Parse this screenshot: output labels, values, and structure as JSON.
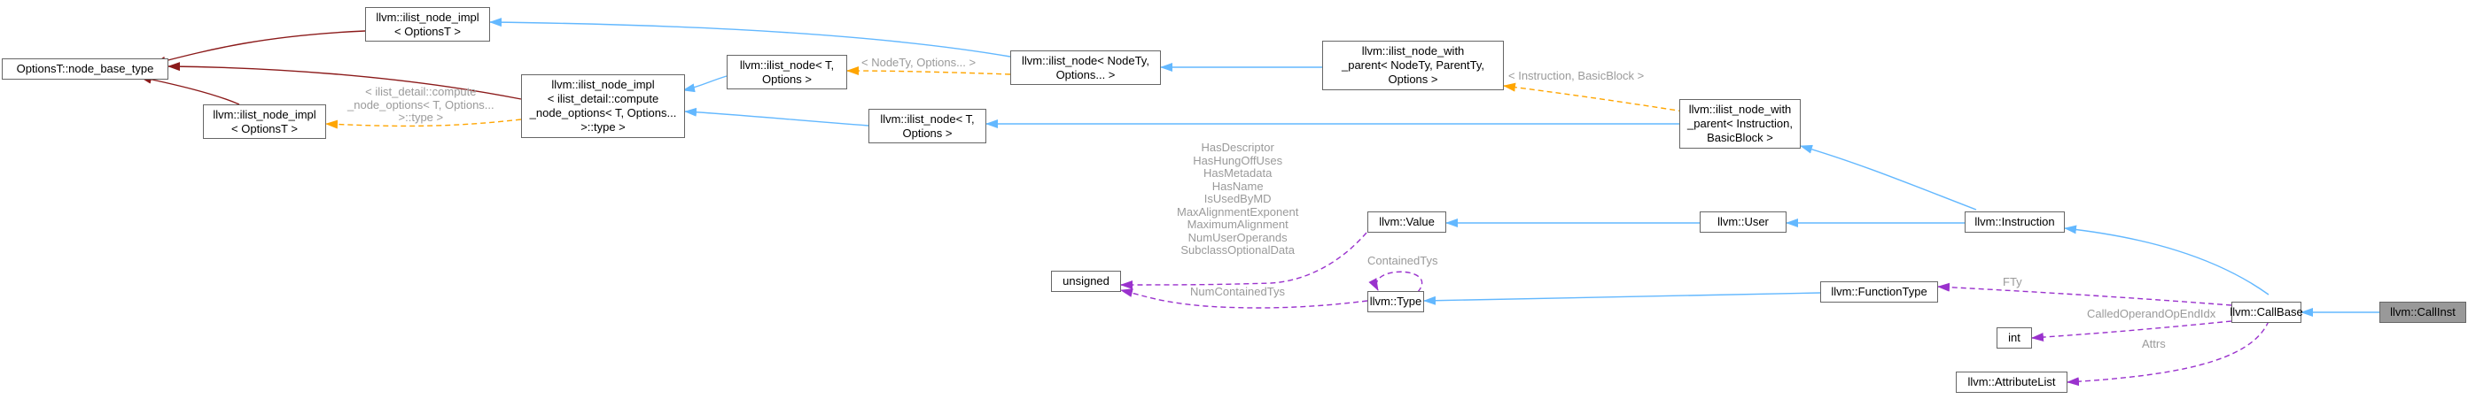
{
  "colors": {
    "inherit": "#63b8ff",
    "template": "#ffa500",
    "usage": "#9a32cd",
    "base_inherit": "#8b1a1a",
    "node_border": "#666666",
    "current_fill": "#999999",
    "label": "#9a9a9a"
  },
  "nodes": {
    "n_base_type": "OptionsT::node_base_type",
    "n_impl_top": "llvm::ilist_node_impl\n< OptionsT >",
    "n_impl_bot": "llvm::ilist_node_impl\n< OptionsT >",
    "n_impl_compute": "llvm::ilist_node_impl\n< ilist_detail::compute\n_node_options< T, Options...\n>::type >",
    "n_node_t_top": "llvm::ilist_node< T,\nOptions >",
    "n_node_t_bot": "llvm::ilist_node< T,\nOptions >",
    "n_node_nodety": "llvm::ilist_node< NodeTy,\nOptions... >",
    "n_with_parent": "llvm::ilist_node_with\n_parent< NodeTy, ParentTy,\nOptions >",
    "n_with_parent_inst": "llvm::ilist_node_with\n_parent< Instruction,\nBasicBlock >",
    "n_instruction": "llvm::Instruction",
    "n_user": "llvm::User",
    "n_value": "llvm::Value",
    "n_unsigned": "unsigned",
    "n_type": "llvm::Type",
    "n_functiontype": "llvm::FunctionType",
    "n_int": "int",
    "n_attributelist": "llvm::AttributeList",
    "n_callbase": "llvm::CallBase",
    "n_callinst": "llvm::CallInst"
  },
  "edge_labels": {
    "l_compute": "< ilist_detail::compute\n_node_options< T, Options...\n>::type >",
    "l_nodety": "< NodeTy, Options... >",
    "l_inst_bb": "< Instruction, BasicBlock >",
    "l_value_members": "HasDescriptor\nHasHungOffUses\nHasMetadata\nHasName\nIsUsedByMD\nMaxAlignmentExponent\nMaximumAlignment\nNumUserOperands\nSubclassOptionalData",
    "l_contained": "ContainedTys",
    "l_numcontained": "NumContainedTys",
    "l_fty": "FTy",
    "l_calledop": "CalledOperandOpEndIdx",
    "l_attrs": "Attrs"
  }
}
